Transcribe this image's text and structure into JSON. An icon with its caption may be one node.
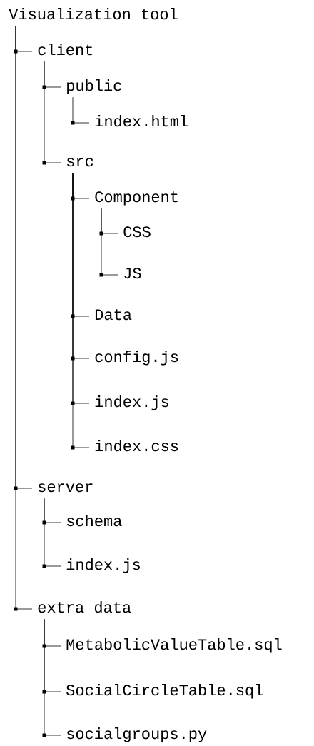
{
  "diagram": {
    "nodes": [
      {
        "text": [
          "Visualization tool"
        ]
      },
      {
        "text": [
          "client"
        ]
      },
      {
        "text": [
          "public"
        ]
      },
      {
        "text": [
          "index.html"
        ]
      },
      {
        "text": [
          "src"
        ]
      },
      {
        "text": [
          "Component"
        ]
      },
      {
        "text": [
          "CSS"
        ]
      },
      {
        "text": [
          "JS"
        ]
      },
      {
        "text": [
          "Data"
        ]
      },
      {
        "text": [
          "config.js"
        ]
      },
      {
        "text": [
          "index.js"
        ]
      },
      {
        "text": [
          "index.css"
        ]
      },
      {
        "text": [
          "server"
        ]
      },
      {
        "text": [
          "schema"
        ]
      },
      {
        "text": [
          "index.js"
        ]
      },
      {
        "text": [
          "extra data"
        ]
      },
      {
        "text": [
          "MetabolicValueTable.sql"
        ]
      },
      {
        "text": [
          "SocialCircleTable.sql"
        ]
      },
      {
        "text": [
          "socialgroups.py"
        ]
      }
    ],
    "edges": [
      {
        "from": 0,
        "to": 1,
        "arrow": "none"
      },
      {
        "from": 1,
        "to": 2,
        "arrow": "none"
      },
      {
        "from": 2,
        "to": 3,
        "arrow": "none"
      },
      {
        "from": 1,
        "to": 4,
        "arrow": "none"
      },
      {
        "from": 4,
        "to": 5,
        "arrow": "none"
      },
      {
        "from": 5,
        "to": 6,
        "arrow": "none"
      },
      {
        "from": 5,
        "to": 7,
        "arrow": "none"
      },
      {
        "from": 4,
        "to": 8,
        "arrow": "none"
      },
      {
        "from": 4,
        "to": 9,
        "arrow": "none"
      },
      {
        "from": 4,
        "to": 10,
        "arrow": "none"
      },
      {
        "from": 4,
        "to": 11,
        "arrow": "none"
      },
      {
        "from": 0,
        "to": 12,
        "arrow": "none"
      },
      {
        "from": 12,
        "to": 13,
        "arrow": "none"
      },
      {
        "from": 12,
        "to": 14,
        "arrow": "none"
      },
      {
        "from": 0,
        "to": 15,
        "arrow": "none"
      },
      {
        "from": 15,
        "to": 16,
        "arrow": "none"
      },
      {
        "from": 15,
        "to": 17,
        "arrow": "none"
      },
      {
        "from": 15,
        "to": 18,
        "arrow": "none"
      }
    ]
  }
}
